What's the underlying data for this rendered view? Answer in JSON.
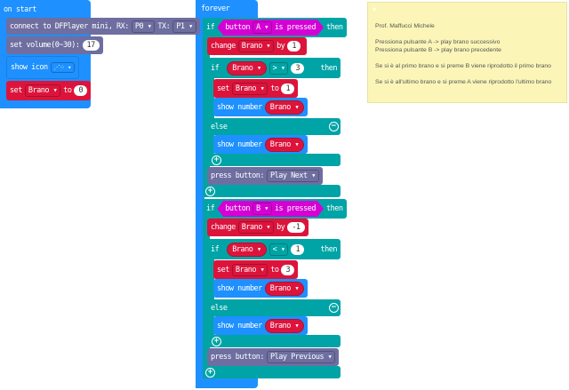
{
  "on_start": {
    "label": "on start",
    "connect": {
      "text": "connect to DFPlayer mini, RX:",
      "rx": "P0",
      "tx_label": "TX:",
      "tx": "P1"
    },
    "volume": {
      "text": "set volume(0~30):",
      "value": "17"
    },
    "show_icon": {
      "text": "show icon"
    },
    "set": {
      "text": "set",
      "var": "Brano",
      "to": "to",
      "value": "0"
    }
  },
  "forever": {
    "label": "forever",
    "if1": {
      "if": "if",
      "button": "button",
      "btn": "A",
      "pressed": "is pressed",
      "then": "then",
      "change": "change",
      "var": "Brano",
      "by": "by",
      "by_value": "1",
      "cond_op": ">",
      "cond_value": "3",
      "set": "set",
      "to": "to",
      "set_value": "1",
      "show_number": "show number",
      "else": "else",
      "press": "press button:",
      "press_value": "Play Next"
    },
    "if2": {
      "if": "if",
      "button": "button",
      "btn": "B",
      "pressed": "is pressed",
      "then": "then",
      "change": "change",
      "var": "Brano",
      "by": "by",
      "by_value": "-1",
      "cond_op": "<",
      "cond_value": "1",
      "set": "set",
      "to": "to",
      "set_value": "3",
      "show_number": "show number",
      "else": "else",
      "press": "press button:",
      "press_value": "Play Previous"
    }
  },
  "comment": {
    "lines": [
      "Prof. Maffucci Michele",
      "Pressiona pulsante A -> play brano successivo",
      "Pressiona pulsante B -> play brano precedente",
      "Se si è al primo brano e si preme B viene riprodotto il primo brano",
      "Se si è all'ultimo brano e si preme A viene riprodotto l'ultimo brano"
    ]
  }
}
